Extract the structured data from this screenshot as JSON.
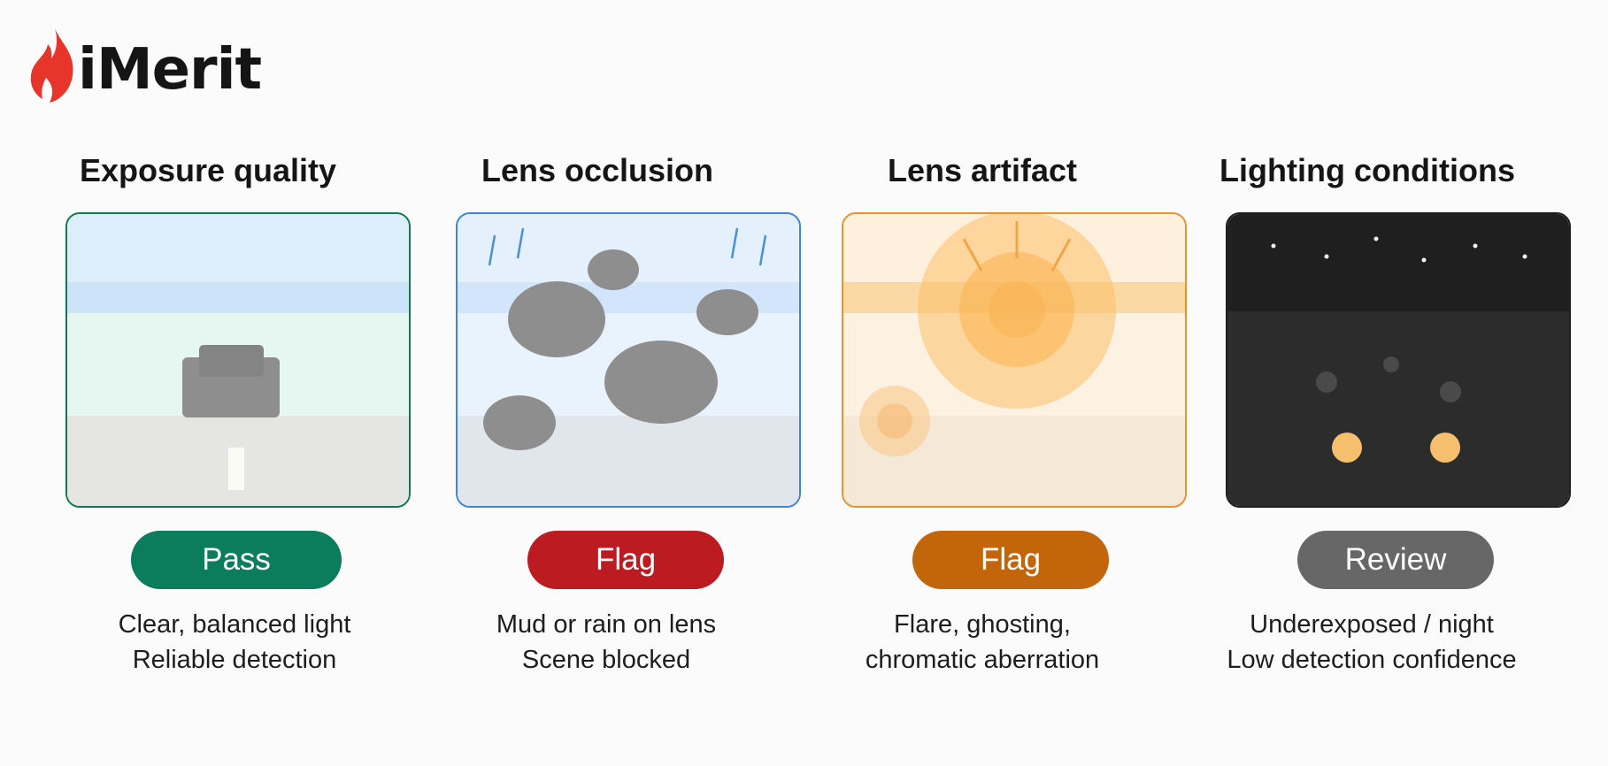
{
  "brand": {
    "name": "iMerit",
    "color": "#e8352c"
  },
  "columns": [
    {
      "title": "Exposure quality",
      "badge": "Pass",
      "badge_color": "#0b7d5c",
      "border_color": "#0f7a4f",
      "desc_line1": "Clear, balanced light",
      "desc_line2": "Reliable detection"
    },
    {
      "title": "Lens occlusion",
      "badge": "Flag",
      "badge_color": "#bb1b21",
      "border_color": "#3d86d6",
      "desc_line1": "Mud or rain on lens",
      "desc_line2": "Scene blocked"
    },
    {
      "title": "Lens artifact",
      "badge": "Flag",
      "badge_color": "#c3650a",
      "border_color": "#e9932b",
      "desc_line1": "Flare, ghosting,",
      "desc_line2": "chromatic aberration"
    },
    {
      "title": "Lighting conditions",
      "badge": "Review",
      "badge_color": "#676767",
      "border_color": "#1f1f1f",
      "desc_line1": "Underexposed / night",
      "desc_line2": "Low detection confidence"
    }
  ]
}
